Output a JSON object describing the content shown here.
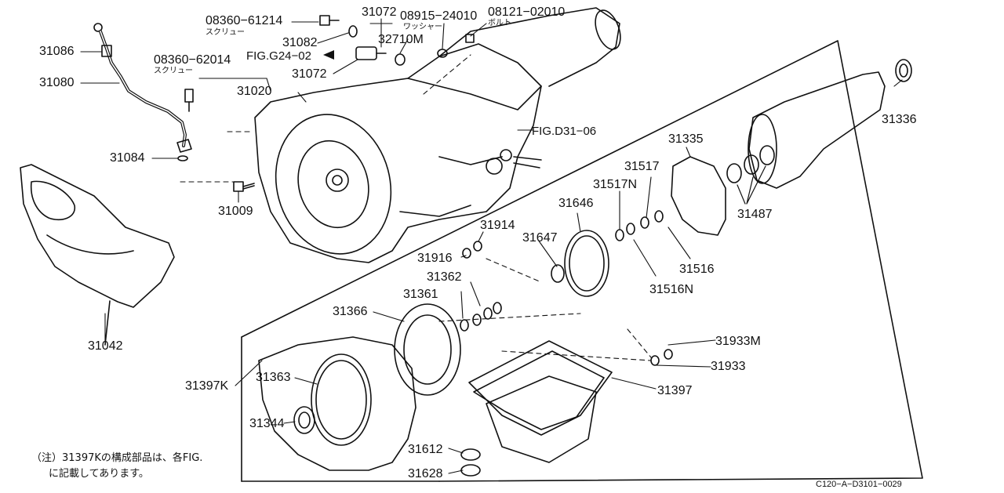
{
  "parts": {
    "p31086": "31086",
    "p31080": "31080",
    "p31084": "31084",
    "p31009": "31009",
    "p31042": "31042",
    "p08360_61214": "08360−61214",
    "p08360_62014": "08360−62014",
    "p31072_top": "31072",
    "p31082": "31082",
    "p32710M": "32710M",
    "p31072_bottom": "31072",
    "p08915_24010": "08915−24010",
    "p08121_02010": "08121−02010",
    "p31020": "31020",
    "p31336": "31336",
    "p31335": "31335",
    "p31487": "31487",
    "p31517": "31517",
    "p31517N": "31517N",
    "p31646": "31646",
    "p31516": "31516",
    "p31516N": "31516N",
    "p31914": "31914",
    "p31647": "31647",
    "p31916": "31916",
    "p31362": "31362",
    "p31361": "31361",
    "p31366": "31366",
    "p31933M": "31933M",
    "p31933": "31933",
    "p31397K": "31397K",
    "p31363": "31363",
    "p31397": "31397",
    "p31344": "31344",
    "p31612": "31612",
    "p31628": "31628"
  },
  "sublabels": {
    "screw1": "スクリュー",
    "screw2": "スクリュー",
    "washer": "ワッシャー",
    "bolt": "ボルト"
  },
  "figrefs": {
    "g24": "FIG.G24−02",
    "d31": "FIG.D31−06"
  },
  "note": {
    "line1": "（注）31397Kの構成部品は、各FIG.",
    "line2": "に記載してあります。"
  },
  "diagram_code": "C120−A−D3101−0029"
}
